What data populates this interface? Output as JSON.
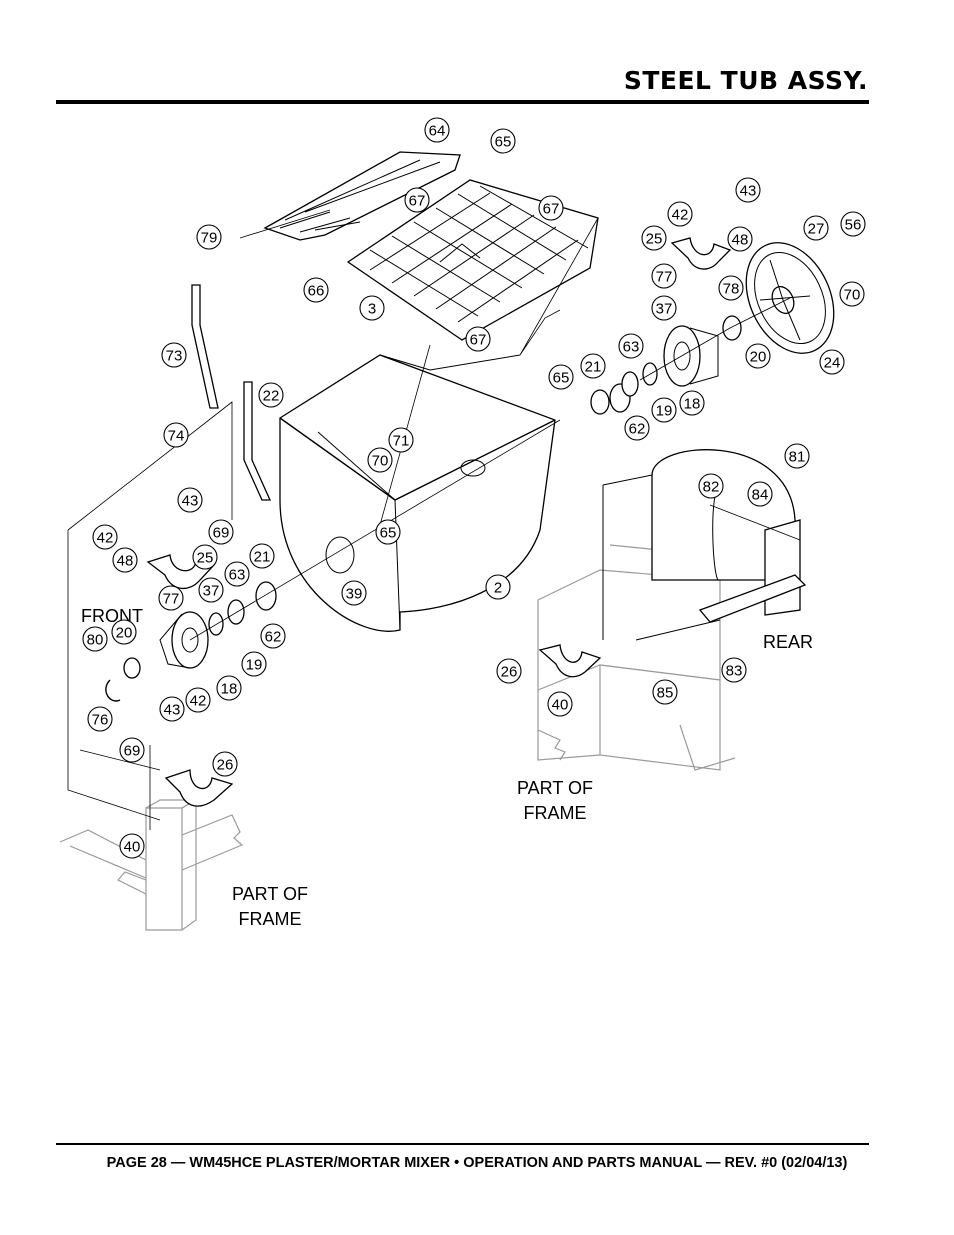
{
  "header": {
    "title": "STEEL TUB ASSY."
  },
  "footer": {
    "text": "PAGE 28 — WM45HCE PLASTER/MORTAR MIXER • OPERATION AND PARTS MANUAL — REV. #0 (02/04/13)"
  },
  "diagram": {
    "labels": {
      "front": "FRONT",
      "rear": "REAR",
      "frame_left_1": "PART OF",
      "frame_left_2": "FRAME",
      "frame_right_1": "PART OF",
      "frame_right_2": "FRAME"
    },
    "callouts": [
      "64",
      "65",
      "67",
      "67",
      "79",
      "66",
      "3",
      "67",
      "43",
      "42",
      "48",
      "25",
      "27",
      "56",
      "77",
      "78",
      "70",
      "37",
      "24",
      "20",
      "63",
      "73",
      "21",
      "18",
      "19",
      "65",
      "62",
      "22",
      "74",
      "71",
      "70",
      "81",
      "82",
      "84",
      "43",
      "42",
      "69",
      "48",
      "25",
      "21",
      "65",
      "63",
      "37",
      "39",
      "2",
      "77",
      "FRONT",
      "80",
      "20",
      "62",
      "19",
      "18",
      "43",
      "42",
      "76",
      "69",
      "26",
      "26",
      "83",
      "85",
      "40",
      "40"
    ]
  }
}
